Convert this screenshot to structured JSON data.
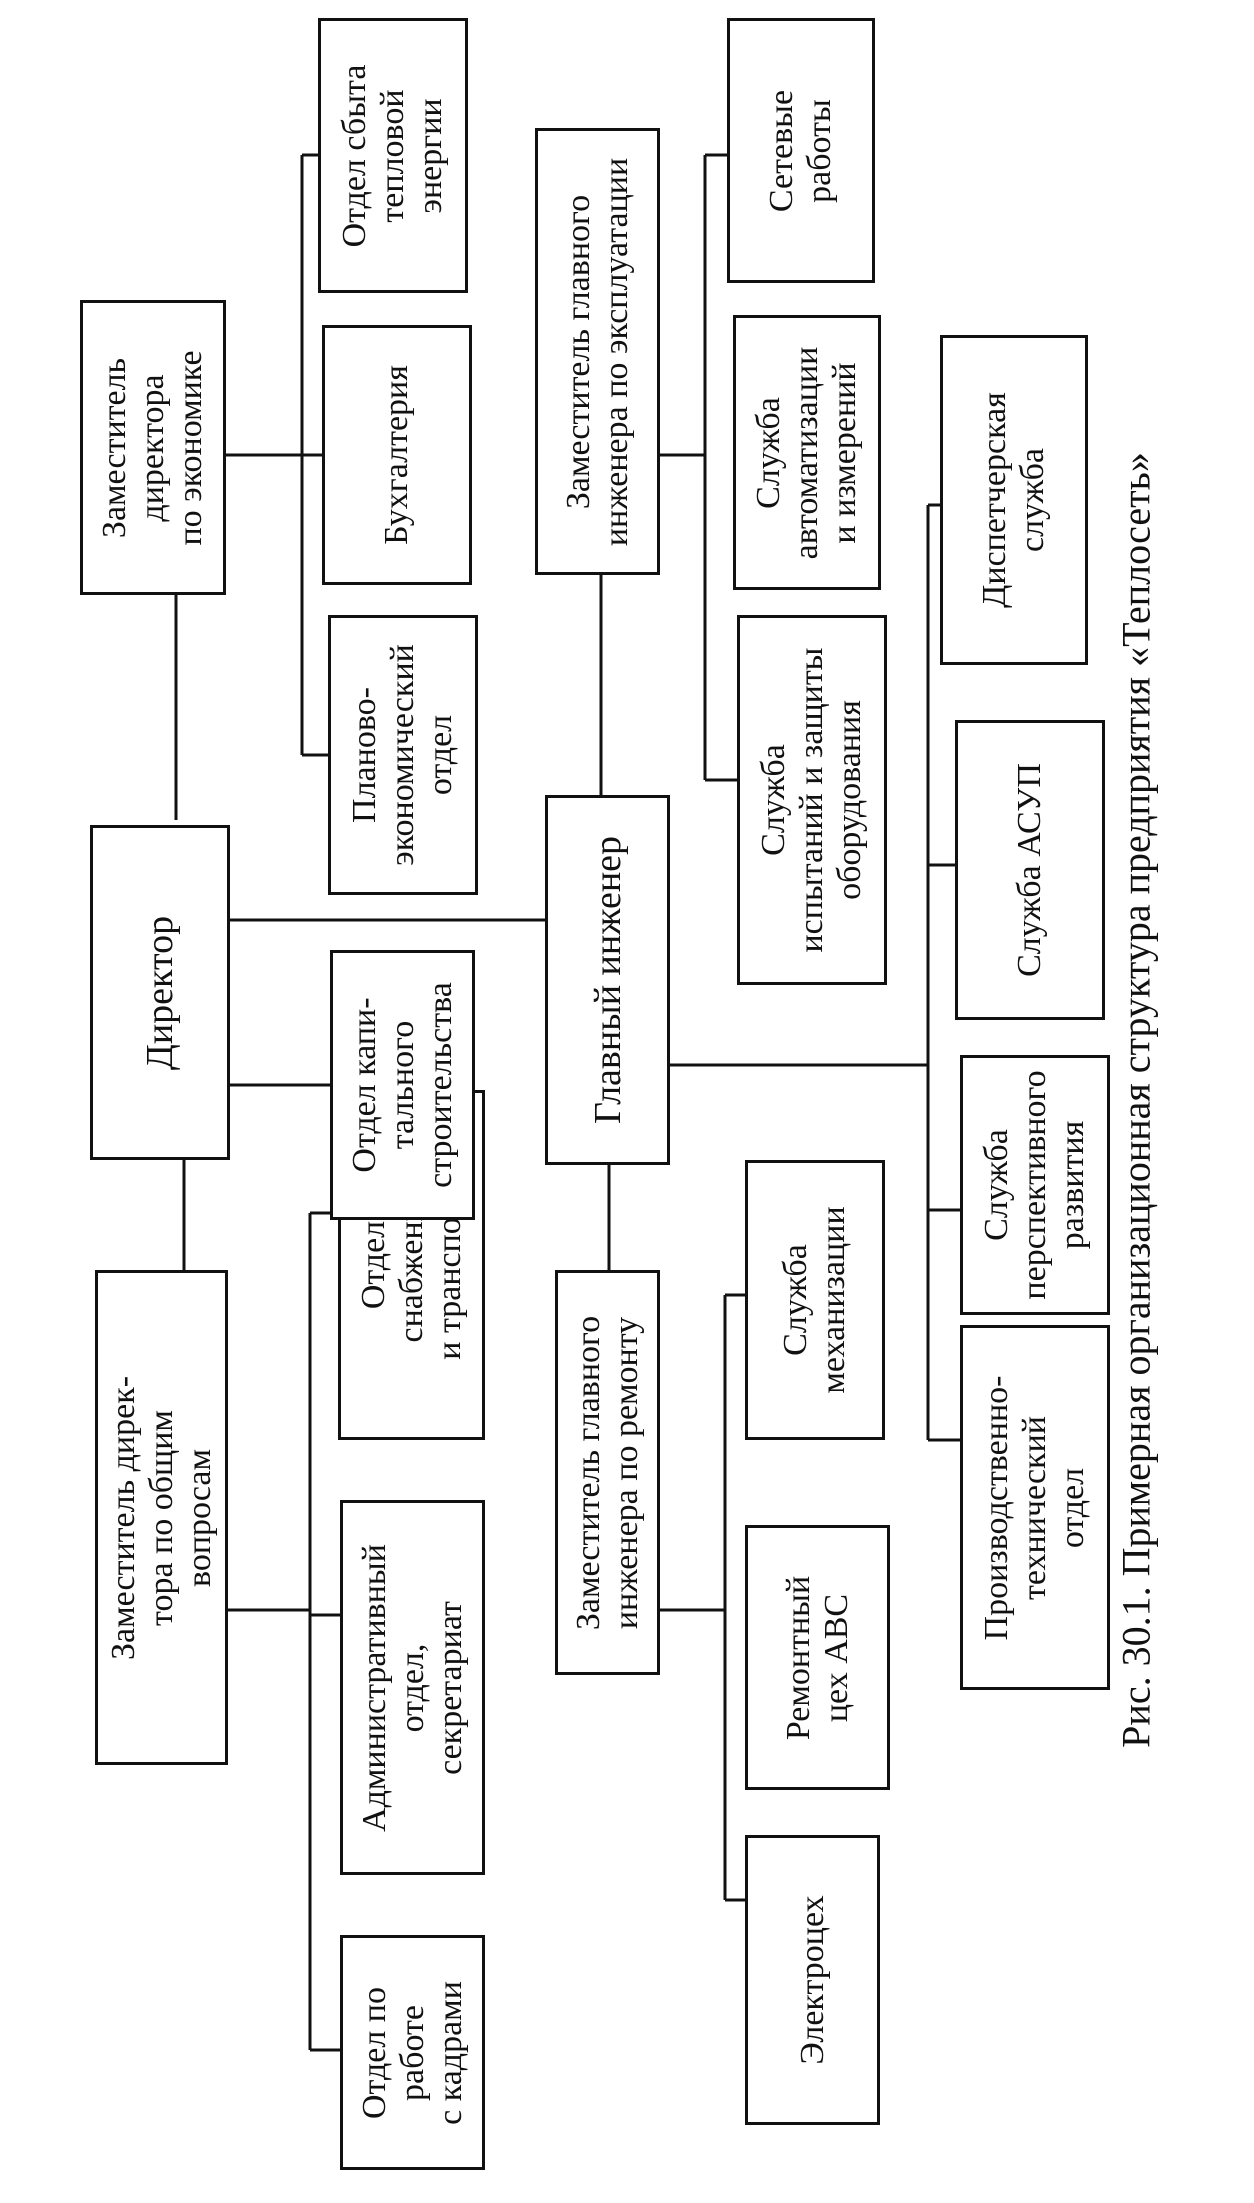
{
  "caption": "Рис. 30.1. Примерная организационная структура предприятия «Теплосеть»",
  "nodes": {
    "director": "Директор",
    "dep_general": "Заместитель дирек-\nтора по общим\nвопросам",
    "dep_economics": "Заместитель\nдиректора\nпо экономике",
    "chief_engineer": "Главный инженер",
    "deputy_repair": "Заместитель главного\nинженера по ремонту",
    "deputy_operation": "Заместитель главного\nинженера по эксплуатации",
    "hr": "Отдел по\nработе\nс кадрами",
    "admin": "Административный\nотдел,\nсекретариат",
    "supply": "Отдел\nснабжения\nи транспорта",
    "capital": "Отдел капи-\nтального\nстроительства",
    "planning": "Планово-\nэкономический\nотдел",
    "accounting": "Бухгалтерия",
    "heat_sales": "Отдел сбыта\nтепловой\nэнергии",
    "electro": "Электроцех",
    "repair_shop": "Ремонтный\nцех АВС",
    "mechanization": "Служба\nмеханизации",
    "testing": "Служба\nиспытаний и защиты\nоборудования",
    "automation": "Служба\nавтоматизации\nи измерений",
    "network": "Сетевые\nработы",
    "prod_tech": "Производственно-\nтехнический\nотдел",
    "perspective": "Служба\nперспективного\nразвития",
    "asup": "Служба АСУП",
    "dispatch": "Диспетчерская\nслужба"
  }
}
